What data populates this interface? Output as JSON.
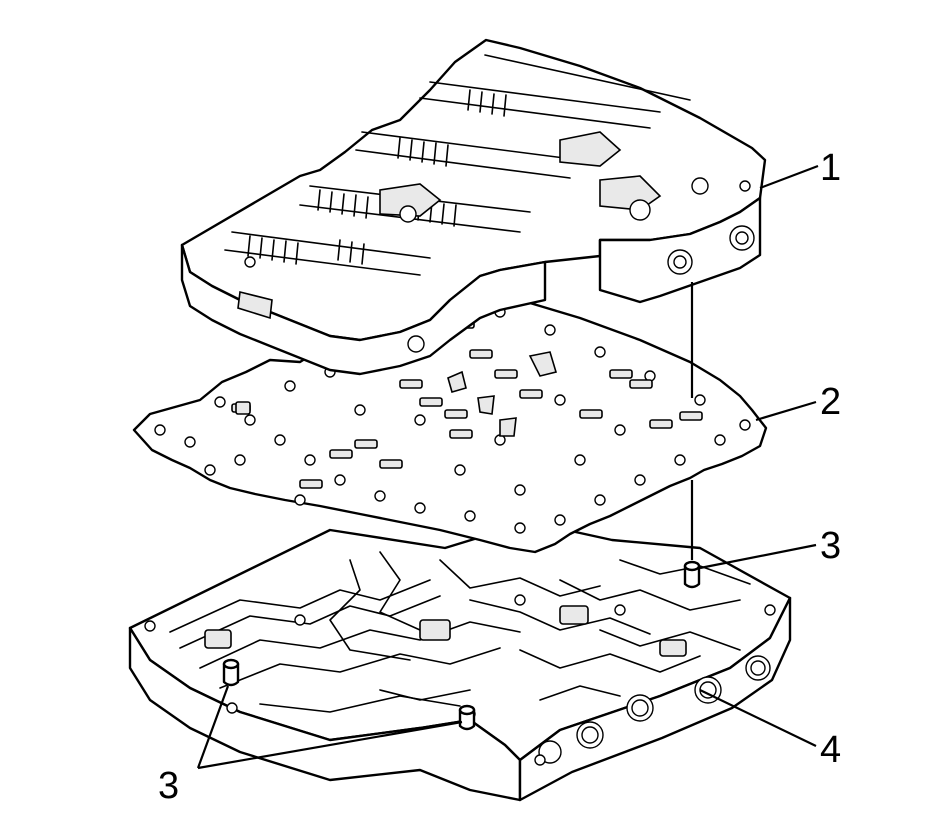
{
  "callouts": {
    "upper_body": "1",
    "spacer_plate": "2",
    "dowel_pin_right": "3",
    "dowel_pins_left": "3",
    "lower_body": "4"
  }
}
